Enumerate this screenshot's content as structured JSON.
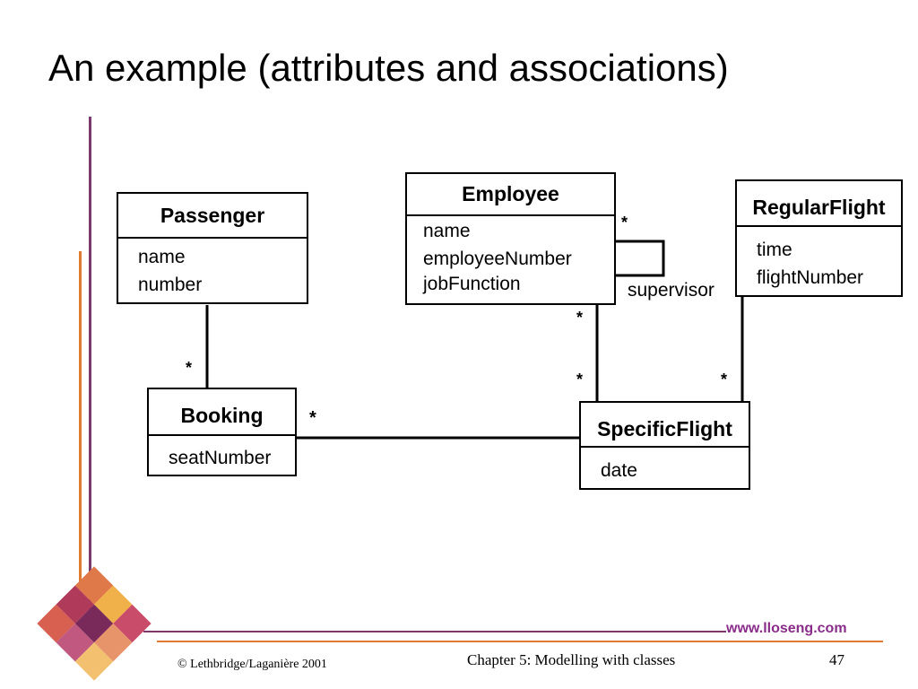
{
  "slide": {
    "title": "An example (attributes and associations)"
  },
  "classes": {
    "passenger": {
      "name": "Passenger",
      "attributes": [
        "name",
        "number"
      ]
    },
    "employee": {
      "name": "Employee",
      "attributes": [
        "name",
        "employeeNumber",
        "jobFunction"
      ]
    },
    "regular_flight": {
      "name": "RegularFlight",
      "attributes": [
        "time",
        "flightNumber"
      ]
    },
    "booking": {
      "name": "Booking",
      "attributes": [
        "seatNumber"
      ]
    },
    "specific_flight": {
      "name": "SpecificFlight",
      "attributes": [
        "date"
      ]
    }
  },
  "associations": {
    "supervisor_label": "supervisor",
    "supervisor_mult": "*",
    "employee_specific_top": "*",
    "employee_specific_bottom": "*",
    "passenger_booking": "*",
    "booking_specific": "*",
    "regular_specific": "*"
  },
  "footer": {
    "copyright": "© Lethbridge/Laganière 2001",
    "chapter": "Chapter 5: Modelling with classes",
    "page": "47",
    "website": "www.lloseng.com"
  },
  "colors": {
    "accent_purple": "#7b3a6e",
    "accent_orange": "#e07a2f",
    "link_purple": "#8a2d8a"
  }
}
